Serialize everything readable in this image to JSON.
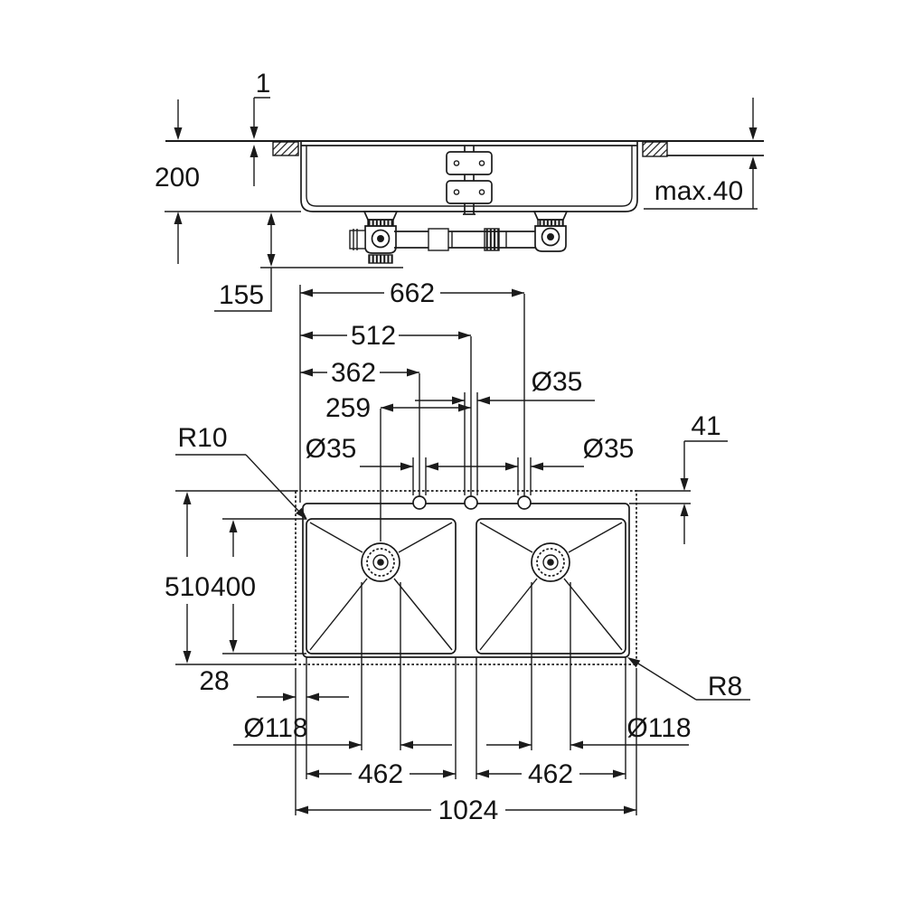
{
  "drawing": {
    "type": "sink-installation-dimension-drawing",
    "side": {
      "rim_height": "1",
      "sink_depth": "200",
      "counter_thickness": "max.40",
      "drain_clearance": "155"
    },
    "plan": {
      "to_hole3": "662",
      "to_hole2": "512",
      "to_hole1": "362",
      "drain_to_hole2": "259",
      "hole1_dia": "Ø35",
      "hole2_dia": "Ø35",
      "hole3_dia": "Ø35",
      "ledge_depth": "41",
      "radius_top": "R10",
      "radius_bottom": "R8",
      "depth_outer": "510",
      "depth_bowl": "400",
      "edge_gap": "28",
      "drain_dia_left": "Ø118",
      "drain_dia_right": "Ø118",
      "bowl_width_left": "462",
      "bowl_width_right": "462",
      "total_width": "1024"
    }
  }
}
